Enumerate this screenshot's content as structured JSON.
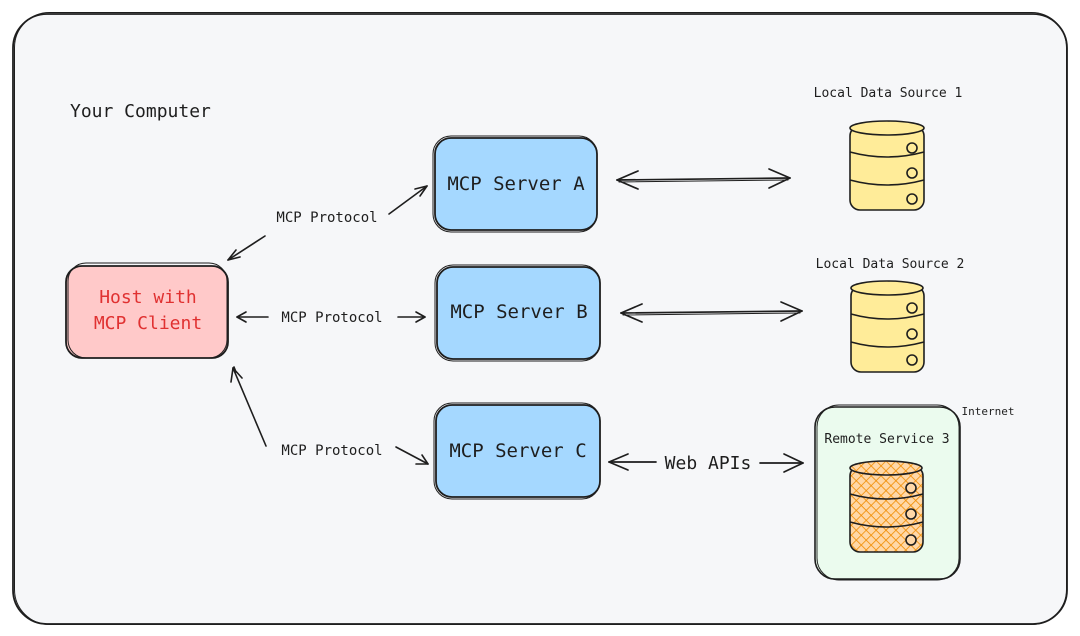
{
  "diagram": {
    "container_label": "Your Computer",
    "host": {
      "line1": "Host with",
      "line2": "MCP Client"
    },
    "servers": [
      {
        "label": "MCP Server A"
      },
      {
        "label": "MCP Server B"
      },
      {
        "label": "MCP Server C"
      }
    ],
    "protocol_labels": [
      "MCP Protocol",
      "MCP Protocol",
      "MCP Protocol"
    ],
    "data_sources": [
      {
        "label": "Local Data Source 1"
      },
      {
        "label": "Local Data Source 2"
      }
    ],
    "remote": {
      "label": "Remote Service 3",
      "zone_label": "Internet"
    },
    "web_apis_label": "Web APIs"
  },
  "colors": {
    "container_bg": "#f6f7f9",
    "host_fill": "#ffc9c9",
    "host_text": "#e03131",
    "server_fill": "#a5d8ff",
    "db_fill": "#ffec99",
    "remote_db_fill": "#ffd8a8",
    "remote_hatch": "#f08c00",
    "remote_bg": "#ebfbee",
    "stroke": "#1e1e1e"
  }
}
